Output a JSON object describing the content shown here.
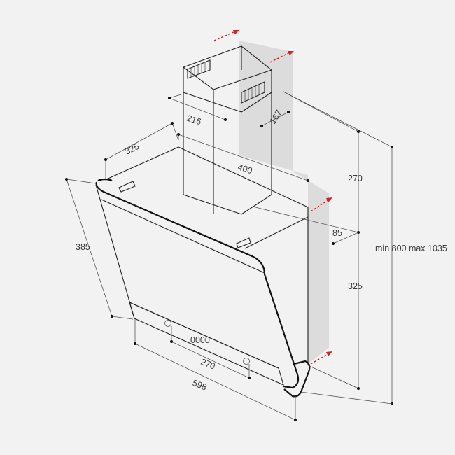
{
  "diagram": {
    "dimensions": {
      "chimney_width": "216",
      "chimney_depth": "167",
      "hood_depth": "325",
      "hood_width_top": "400",
      "upper_height": "270",
      "total_height": "min 800 max 1035",
      "wall_offset": "85",
      "lower_height": "325",
      "glass_height": "385",
      "control_width": "270",
      "hood_width": "598"
    },
    "control_panel_display": "0000",
    "colors": {
      "background": "#f2f2f2",
      "wall": "#dcdcdc",
      "line": "#222222",
      "arrow": "#d42020"
    }
  }
}
